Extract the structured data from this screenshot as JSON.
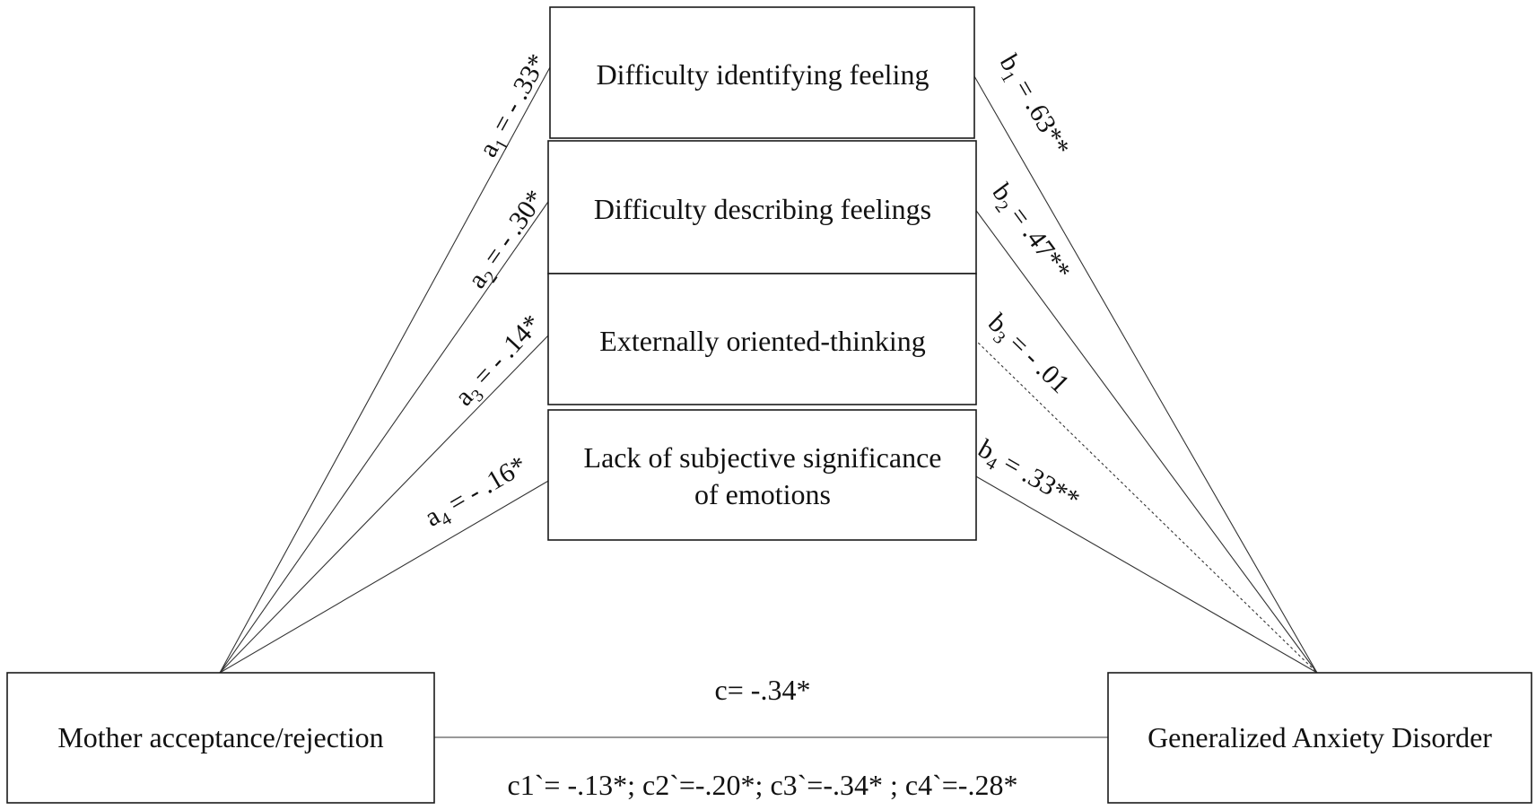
{
  "mediators": [
    {
      "lines": [
        "Difficulty identifying feeling"
      ]
    },
    {
      "lines": [
        "Difficulty describing feelings"
      ]
    },
    {
      "lines": [
        "Externally oriented-thinking"
      ]
    },
    {
      "lines": [
        "Lack of subjective significance",
        "of emotions"
      ]
    }
  ],
  "predictor": {
    "label": "Mother acceptance/rejection"
  },
  "outcome": {
    "label": "Generalized Anxiety Disorder"
  },
  "paths_a": [
    {
      "letter": "a",
      "index": "1",
      "value": " = - .33*"
    },
    {
      "letter": "a",
      "index": "2",
      "value": " = - .30*"
    },
    {
      "letter": "a",
      "index": "3",
      "value": " = - .14*"
    },
    {
      "letter": "a",
      "index": "4",
      "value": " = - .16*"
    }
  ],
  "paths_b": [
    {
      "letter": "b",
      "index": "1",
      "value": " = .63**"
    },
    {
      "letter": "b",
      "index": "2",
      "value": " = .47**"
    },
    {
      "letter": "b",
      "index": "3",
      "value": " = - .01"
    },
    {
      "letter": "b",
      "index": "4",
      "value": " = .33**"
    }
  ],
  "direct_effect": {
    "label": "c= -.34*"
  },
  "indirect_effects": {
    "label": "c1`= -.13*; c2`=-.20*;  c3`=-.34* ; c4`=-.28*"
  },
  "colors": {
    "line": "#333333",
    "box_stroke": "#1a1a1a",
    "text": "#111111"
  }
}
